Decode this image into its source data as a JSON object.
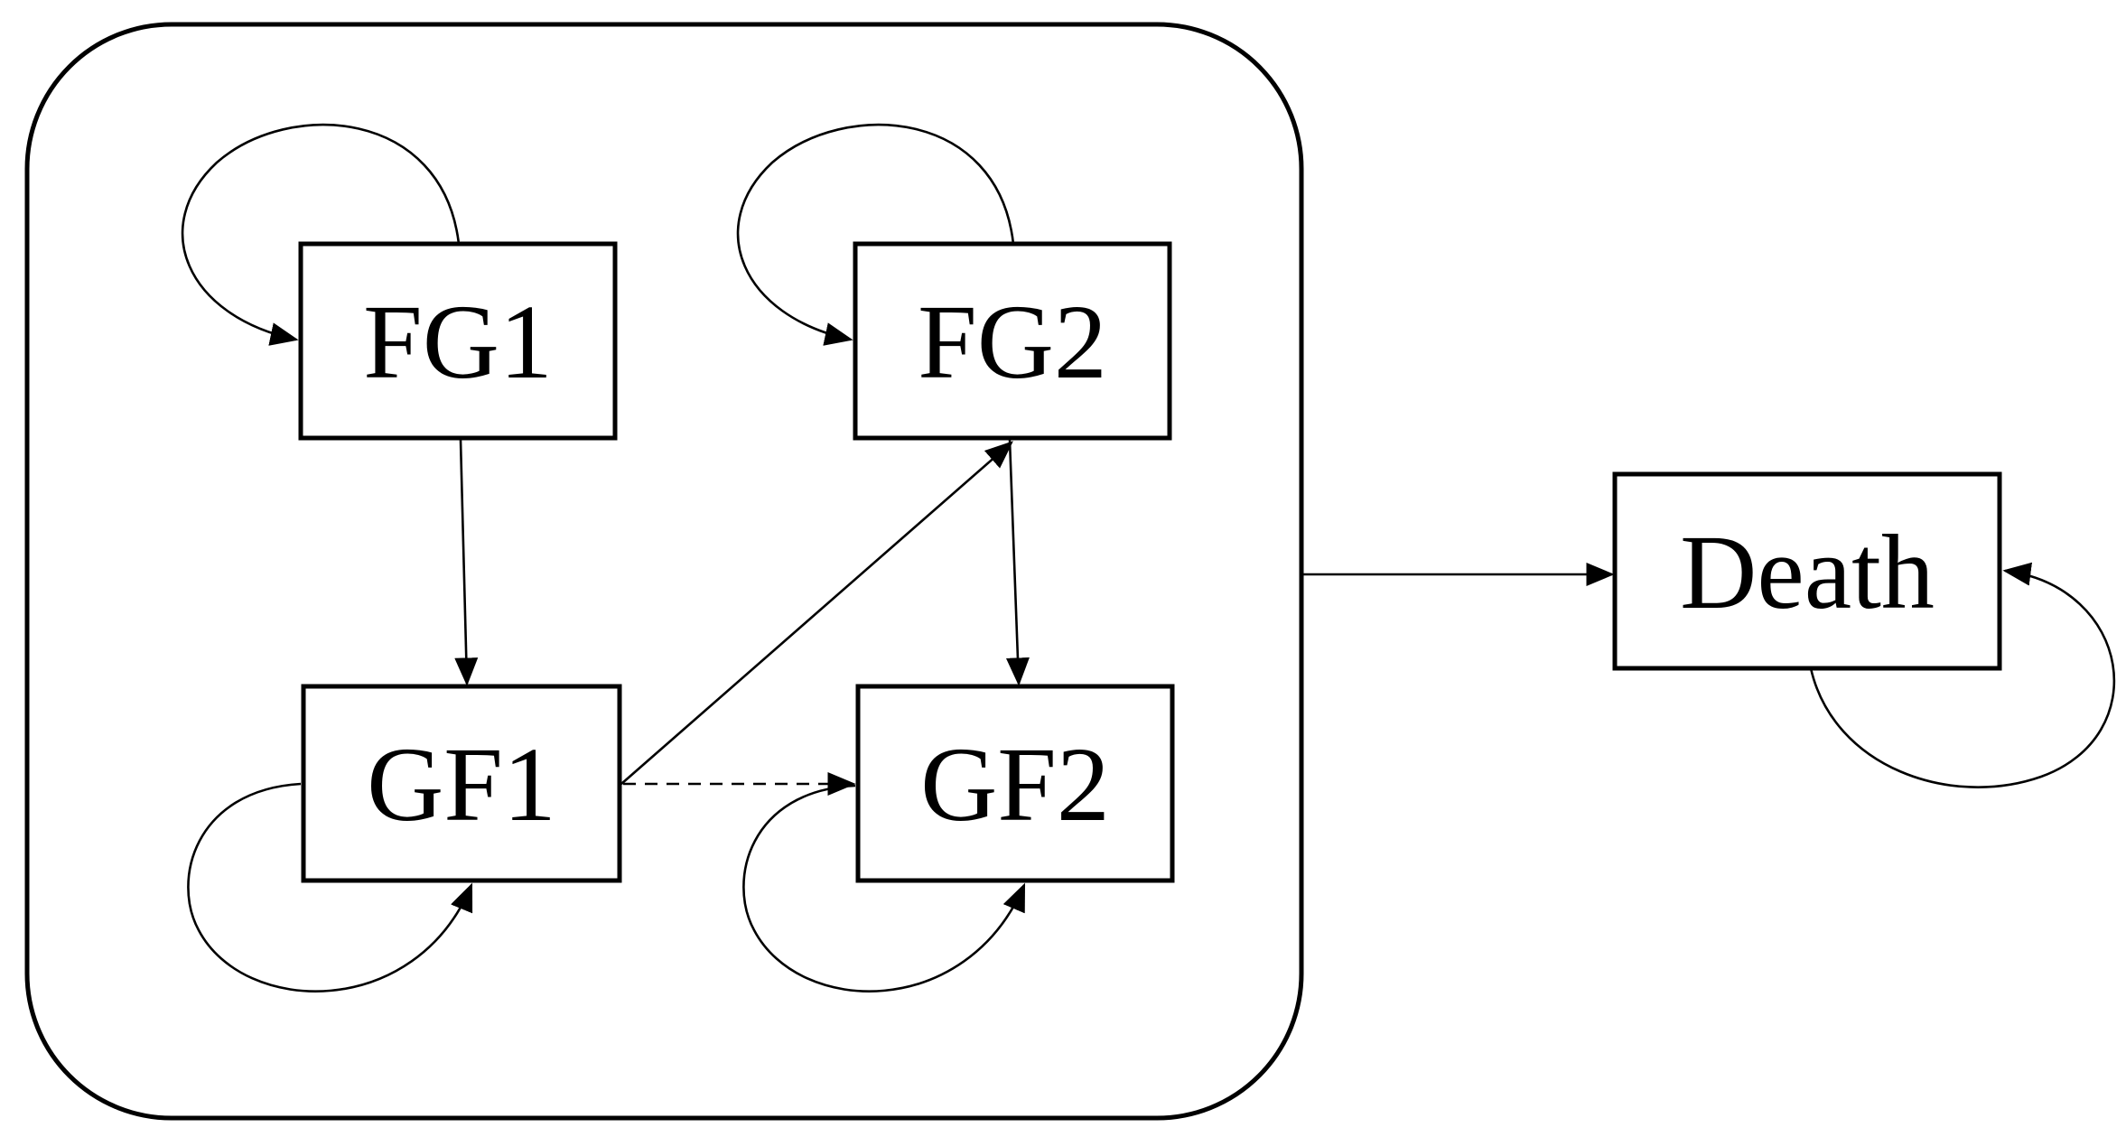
{
  "diagram": {
    "nodes": {
      "fg1": "FG1",
      "fg2": "FG2",
      "gf1": "GF1",
      "gf2": "GF2",
      "death": "Death"
    },
    "edges": [
      {
        "from": "FG1",
        "to": "FG1",
        "style": "solid"
      },
      {
        "from": "FG2",
        "to": "FG2",
        "style": "solid"
      },
      {
        "from": "GF1",
        "to": "GF1",
        "style": "solid"
      },
      {
        "from": "GF2",
        "to": "GF2",
        "style": "solid"
      },
      {
        "from": "Death",
        "to": "Death",
        "style": "solid"
      },
      {
        "from": "FG1",
        "to": "GF1",
        "style": "solid"
      },
      {
        "from": "GF1",
        "to": "FG2",
        "style": "solid"
      },
      {
        "from": "FG2",
        "to": "GF2",
        "style": "solid"
      },
      {
        "from": "GF1",
        "to": "GF2",
        "style": "dashed"
      },
      {
        "from": "living-states-group",
        "to": "Death",
        "style": "solid"
      }
    ]
  }
}
